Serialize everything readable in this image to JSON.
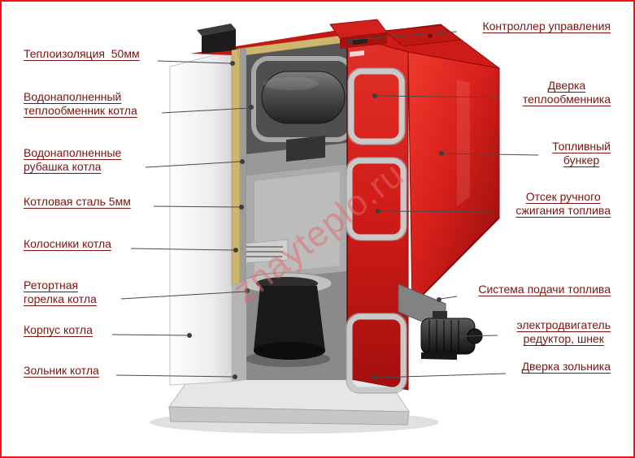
{
  "diagram": {
    "watermark": "znayteplo.ru",
    "colors": {
      "boiler_red": "#d81f1a",
      "frame_border_red": "#ee1515",
      "label_text": "#7c130e",
      "insulation_tan": "#cdb66f",
      "watermark_pink": "rgba(224,106,106,0.52)"
    },
    "labels_left": [
      {
        "text": "Теплоизоляция  50мм"
      },
      {
        "text": "Водонаполненный\nтеплообменник котла"
      },
      {
        "text": "Водонаполненные\nрубашка котла"
      },
      {
        "text": "Котловая сталь 5мм"
      },
      {
        "text": "Колосники котла"
      },
      {
        "text": "Ретортная\nгорелка котла"
      },
      {
        "text": "Корпус котла"
      },
      {
        "text": "Зольник котла"
      }
    ],
    "labels_right": [
      {
        "text": "Контроллер управления"
      },
      {
        "text": "Дверка\nтеплообменника"
      },
      {
        "text": "Топливный\nбункер"
      },
      {
        "text": "Отсек ручного\nсжигания топлива"
      },
      {
        "text": "Система подачи топлива"
      },
      {
        "text": "электродвигатель\nредуктор, шнек"
      },
      {
        "text": "Дверка зольника"
      }
    ]
  }
}
